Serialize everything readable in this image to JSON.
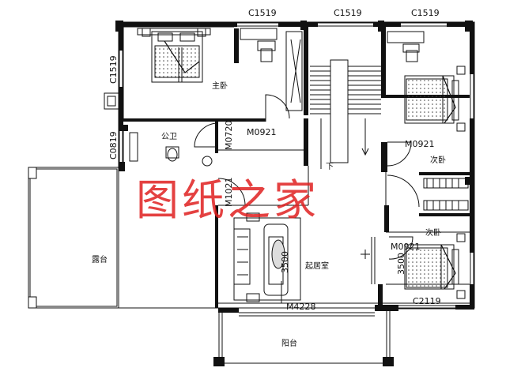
{
  "windows": {
    "top_left": "C1519",
    "top_middle": "C1519",
    "top_right": "C1519",
    "left_bedroom": "C1519",
    "left_bath": "C0819",
    "bottom_right": "C2119"
  },
  "doors": {
    "master": "M0921",
    "bath": "M0720",
    "right_upper": "M0921",
    "right_lower": "M0921",
    "living_entry": "M1021",
    "living_bottom": "M4228"
  },
  "rooms": {
    "master_bedroom": "主卧",
    "public_bath": "公卫",
    "second_bedroom_upper": "次卧",
    "second_bedroom_lower": "次卧",
    "living_room": "起居室",
    "terrace": "露台",
    "balcony": "阳台",
    "stair_down": "下"
  },
  "dimensions": {
    "living_depth": "3500",
    "right_depth": "3500"
  },
  "watermark": "图纸之家"
}
